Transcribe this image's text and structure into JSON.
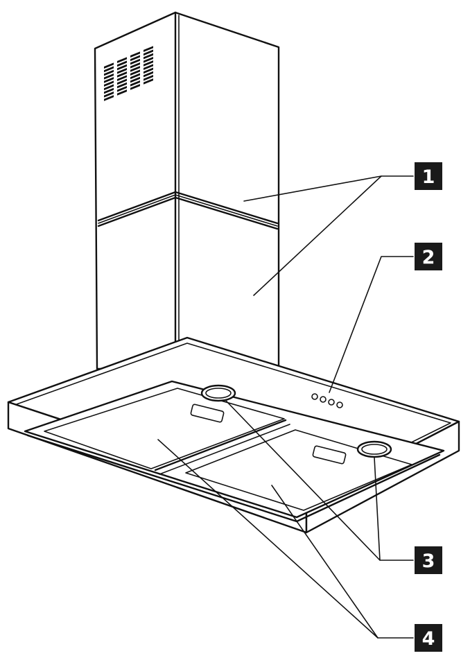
{
  "callouts": [
    {
      "id": "1",
      "label": "1"
    },
    {
      "id": "2",
      "label": "2"
    },
    {
      "id": "3",
      "label": "3"
    },
    {
      "id": "4",
      "label": "4"
    }
  ],
  "colors": {
    "line": "#111111",
    "label_bg": "#1a1a1a",
    "label_text": "#ffffff",
    "background": "#ffffff"
  }
}
